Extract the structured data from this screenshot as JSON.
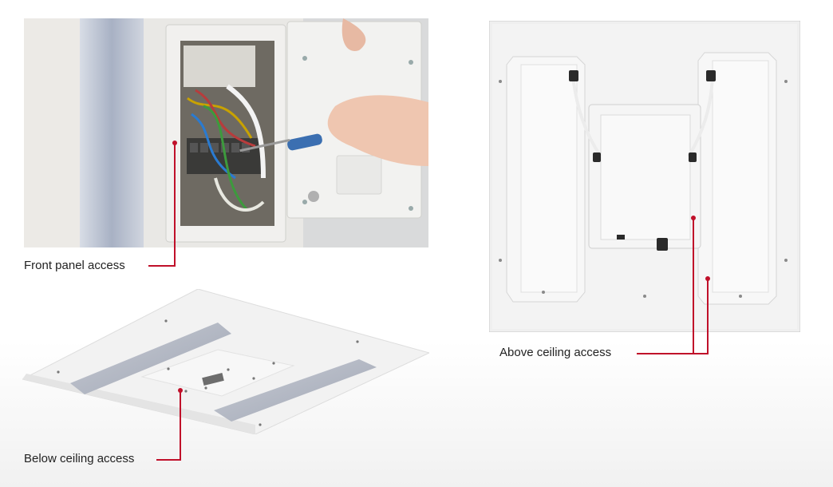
{
  "captions": {
    "front_panel": "Front panel access",
    "below_ceiling": "Below ceiling access",
    "above_ceiling": "Above ceiling access"
  },
  "colors": {
    "callout": "#c0102a",
    "panel_white": "#f4f4f4",
    "led_lens": "#b9bec8"
  },
  "photos": [
    "photo-front-panel-wiring",
    "photo-ceiling-panel-underside",
    "photo-ceiling-panel-topside"
  ]
}
